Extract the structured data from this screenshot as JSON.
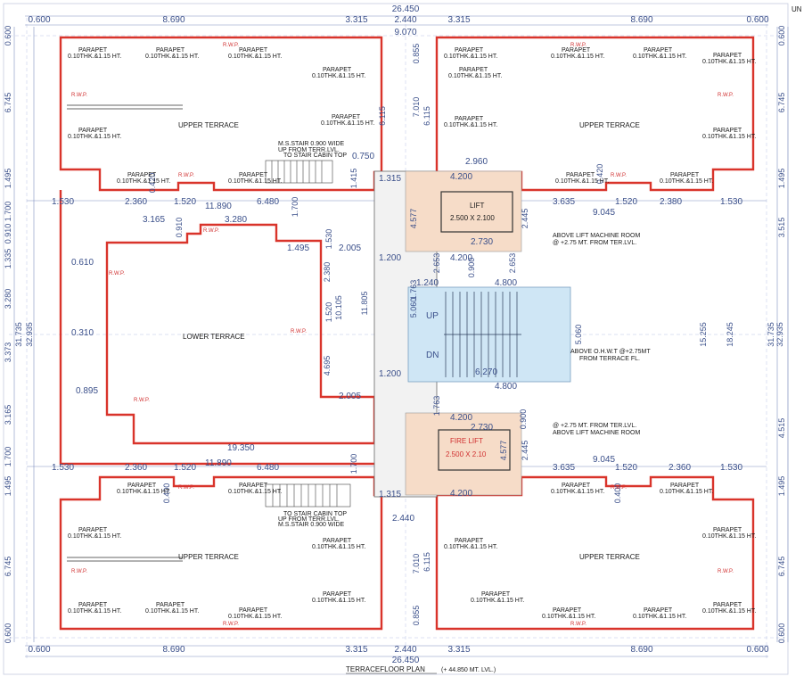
{
  "title": {
    "main": "TERRACEFLOOR PLAN",
    "sub": "(+ 44.850 MT. LVL.)"
  },
  "corner_label": "UN",
  "top_dims": [
    "0.600",
    "8.690",
    "3.315",
    "2.440",
    "3.315",
    "8.690",
    "0.600"
  ],
  "top_total": "26.450",
  "top_mid": "9.070",
  "bottom_dims": [
    "0.600",
    "8.690",
    "3.315",
    "2.440",
    "3.315",
    "8.690",
    "0.600"
  ],
  "bottom_total": "26.450",
  "left_dims": [
    "0.600",
    "6.745",
    "1.495",
    "1.700",
    "0.910",
    "1.335",
    "3.280",
    "3.373",
    "3.165",
    "1.700",
    "1.495",
    "6.745",
    "0.600"
  ],
  "left_total": [
    "31.735",
    "32.935"
  ],
  "right_dims": [
    "0.600",
    "6.745",
    "1.495",
    "3.515",
    "4.515",
    "1.495",
    "6.745",
    "0.600"
  ],
  "right_total": [
    "31.735",
    "32.935",
    "18.245",
    "15.255"
  ],
  "rooms": {
    "upper_terrace": "UPPER TERRACE",
    "lower_terrace": "LOWER TERRACE",
    "lift": "LIFT",
    "lift_size": "2.500 X 2.100",
    "fire_lift": "FIRE LIFT",
    "fire_lift_size": "2.500 X 2.10",
    "up": "UP",
    "dn": "DN"
  },
  "notes": {
    "parapet": "PARAPET",
    "parapet_spec": "0.10THK.&1.15 HT.",
    "rwp": "R.W.P.",
    "stair_top_1": "M.S.STAIR 0.900 WIDE",
    "stair_top_2": "UP FROM TERR.LVL.",
    "stair_top_3": "TO STAIR CABIN TOP",
    "stair_bot_1": "TO STAIR CABIN TOP",
    "stair_bot_2": "UP FROM TERR.LVL.",
    "stair_bot_3": "M.S.STAIR 0.900 WIDE",
    "lift_mr_1": "ABOVE LIFT MACHINE ROOM",
    "lift_mr_2": "@ +2.75 MT. FROM TER.LVL.",
    "ohwt_1": "ABOVE O.H.W.T @+2.75MT",
    "ohwt_2": "FROM TERRACE FL.",
    "lift_mr_b1": "@ +2.75 MT. FROM TER.LVL.",
    "lift_mr_b2": "ABOVE LIFT MACHINE ROOM"
  },
  "inner_dims": {
    "d0750": "0.750",
    "d1315": "1.315",
    "d2960": "2.960",
    "d4200": "4.200",
    "d1530": "1.530",
    "d2360": "2.360",
    "d1520": "1.520",
    "d11890": "11.890",
    "d6480": "6.480",
    "d3635": "3.635",
    "d9045": "9.045",
    "d2380": "2.380",
    "d3165": "3.165",
    "d3280": "3.280",
    "d1495": "1.495",
    "d2005": "2.005",
    "d0610": "0.610",
    "d0310": "0.310",
    "d0895": "0.895",
    "d1200": "1.200",
    "d4800": "4.800",
    "d1240": "1.240",
    "d2730": "2.730",
    "d6270": "6.270",
    "d5060": "5.060",
    "d19350": "19.350",
    "d0420": "0.420",
    "d0400": "0.400",
    "d0900": "0.900",
    "d0855": "0.855",
    "d7010": "7.010",
    "d6115": "6.115",
    "d11805": "11.805",
    "d10105": "10.105",
    "d4695": "4.695",
    "d2445": "2.445",
    "d4577": "4.577",
    "d1763": "1.763",
    "d2653": "2.653",
    "d2440": "2.440",
    "d1700": "1.700",
    "d1415": "1.415",
    "d2380b": "2.380",
    "d2500": "2.500"
  },
  "colors": {
    "wall": "#d9342b",
    "dim": "#3a4f8a",
    "stair_fill": "#cfe6f5",
    "lift_fill": "#f6dcc8"
  }
}
